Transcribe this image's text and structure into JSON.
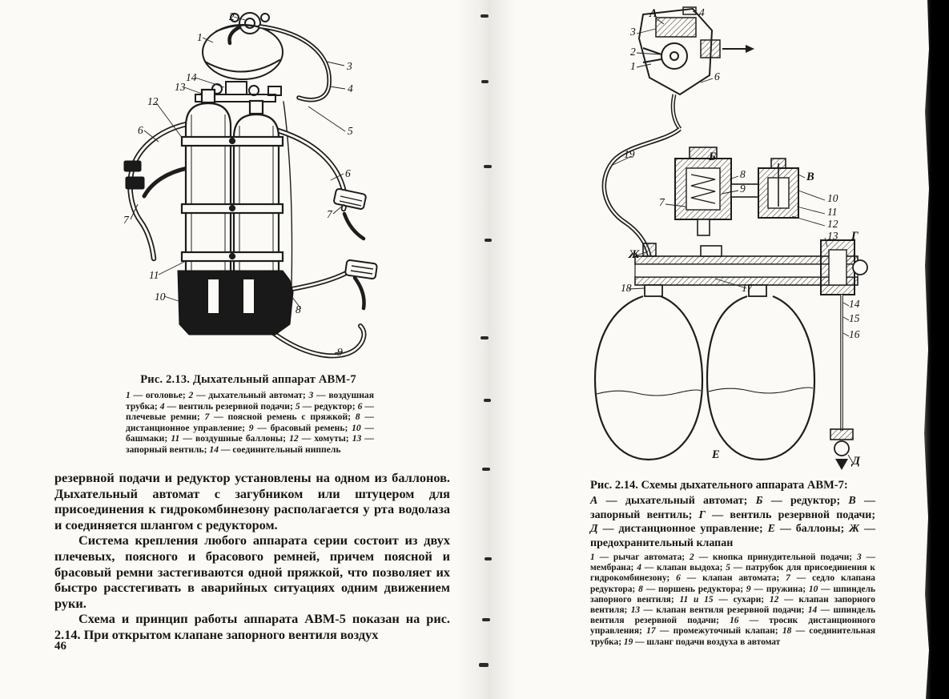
{
  "colors": {
    "paper": "#fbfaf6",
    "ink": "#1d1d1d"
  },
  "left_page": {
    "figure_caption": "Рис. 2.13. Дыхательный аппарат АВМ-7",
    "figure_legend": [
      {
        "k": "1",
        "t": "оголовье"
      },
      {
        "k": "2",
        "t": "дыхательный автомат"
      },
      {
        "k": "3",
        "t": "воздушная трубка"
      },
      {
        "k": "4",
        "t": "вентиль резервной подачи"
      },
      {
        "k": "5",
        "t": "редуктор"
      },
      {
        "k": "6",
        "t": "плечевые ремни"
      },
      {
        "k": "7",
        "t": "поясной ремень с пряжкой"
      },
      {
        "k": "8",
        "t": "дистанционное управление"
      },
      {
        "k": "9",
        "t": "брасовый ремень"
      },
      {
        "k": "10",
        "t": "башмаки"
      },
      {
        "k": "11",
        "t": "воздушные баллоны"
      },
      {
        "k": "12",
        "t": "хомуты"
      },
      {
        "k": "13",
        "t": "запорный вентиль"
      },
      {
        "k": "14",
        "t": "соединительный ниппель"
      }
    ],
    "callouts": [
      "2",
      "1",
      "3",
      "14",
      "4",
      "13",
      "12",
      "6",
      "5",
      "6",
      "7",
      "7",
      "11",
      "10",
      "8",
      "9"
    ],
    "paragraphs": [
      "резервной подачи и редуктор установлены на одном из баллонов. Дыхательный автомат с загубником или штуцером для присоединения к гидрокомбинезону располагается у рта водолаза и соединяется шлангом с редуктором.",
      "Система крепления любого аппарата серии состоит из двух плечевых, поясного и брасового ремней, причем поясной и брасовый ремни застегиваются одной пряжкой, что позволяет их быстро расстегивать в аварийных ситуациях одним движением руки.",
      "Схема и принцип работы аппарата АВМ-5 показан на рис. 2.14. При открытом клапане запорного вентиля воздух"
    ],
    "page_number": "46"
  },
  "right_page": {
    "figure_caption": "Рис. 2.14. Схемы дыхательного аппарата АВМ-7:",
    "letter_legend": [
      {
        "k": "А",
        "t": "дыхательный автомат"
      },
      {
        "k": "Б",
        "t": "редуктор"
      },
      {
        "k": "В",
        "t": "запорный вентиль"
      },
      {
        "k": "Г",
        "t": "вентиль резервной подачи"
      },
      {
        "k": "Д",
        "t": "дистанционное управление"
      },
      {
        "k": "Е",
        "t": "баллоны"
      },
      {
        "k": "Ж",
        "t": "предохранительный клапан"
      }
    ],
    "number_legend": [
      {
        "k": "1",
        "t": "рычаг автомата"
      },
      {
        "k": "2",
        "t": "кнопка принудительной подачи"
      },
      {
        "k": "3",
        "t": "мембрана"
      },
      {
        "k": "4",
        "t": "клапан выдоха"
      },
      {
        "k": "5",
        "t": "патрубок для присоединения к гидрокомбинезону"
      },
      {
        "k": "6",
        "t": "клапан автомата"
      },
      {
        "k": "7",
        "t": "седло клапана редуктора"
      },
      {
        "k": "8",
        "t": "поршень редуктора"
      },
      {
        "k": "9",
        "t": "пружина"
      },
      {
        "k": "10",
        "t": "шпиндель запорного вентиля"
      },
      {
        "k": "11 и 15",
        "t": "сухари"
      },
      {
        "k": "12",
        "t": "клапан запорного вентиля"
      },
      {
        "k": "13",
        "t": "клапан вентиля резервной подачи"
      },
      {
        "k": "14",
        "t": "шпиндель вентиля резервной подачи"
      },
      {
        "k": "16",
        "t": "тросик дистанционного управления"
      },
      {
        "k": "17",
        "t": "промежуточный клапан"
      },
      {
        "k": "18",
        "t": "соединительная трубка"
      },
      {
        "k": "19",
        "t": "шланг подачи воздуха в автомат"
      }
    ],
    "callouts": [
      "А",
      "4",
      "3",
      "2",
      "1",
      "6",
      "19",
      "Б",
      "8",
      "9",
      "В",
      "7",
      "10",
      "11",
      "12",
      "13",
      "Г",
      "Ж",
      "18",
      "17",
      "14",
      "15",
      "16",
      "Е",
      "Д"
    ]
  }
}
